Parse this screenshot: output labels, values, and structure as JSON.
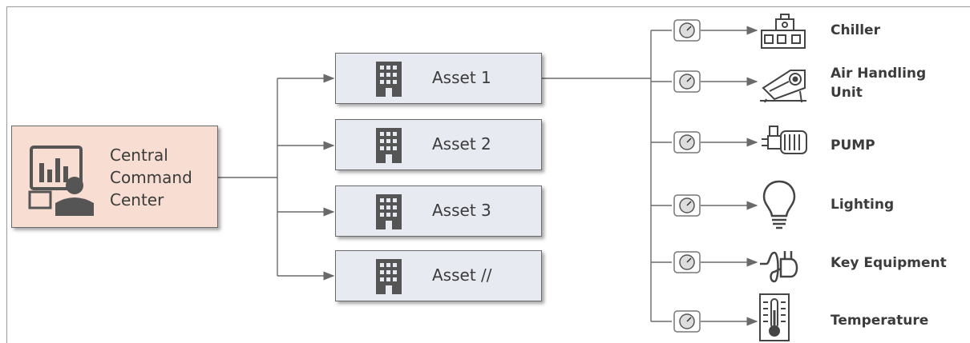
{
  "central": {
    "label": "Central\nCommand\nCenter"
  },
  "assets": [
    {
      "label": "Asset 1"
    },
    {
      "label": "Asset 2"
    },
    {
      "label": "Asset 3"
    },
    {
      "label": "Asset //"
    }
  ],
  "equipment": [
    {
      "label": "Chiller",
      "icon": "chiller-icon"
    },
    {
      "label": "Air Handling\nUnit",
      "icon": "air-handling-unit-icon"
    },
    {
      "label": "PUMP",
      "icon": "pump-icon"
    },
    {
      "label": "Lighting",
      "icon": "lightbulb-icon"
    },
    {
      "label": "Key Equipment",
      "icon": "plug-icon"
    },
    {
      "label": "Temperature",
      "icon": "thermometer-icon"
    }
  ],
  "colors": {
    "central_fill": "#f7ddd2",
    "asset_fill": "#e7eaf1",
    "line": "#6a6a6a",
    "text": "#3b3b3b"
  }
}
